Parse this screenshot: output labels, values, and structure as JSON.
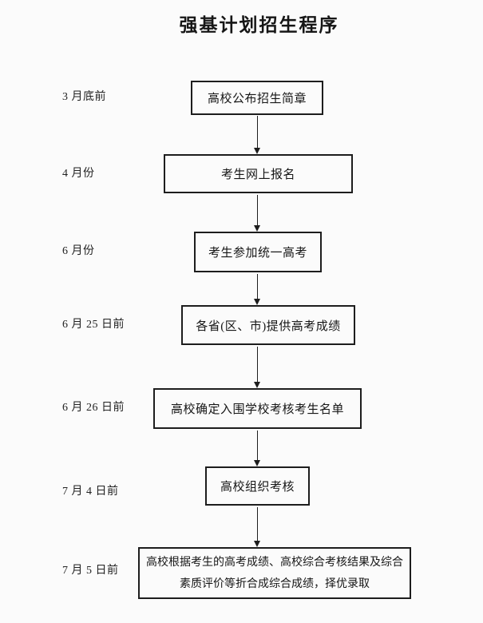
{
  "title": "强基计划招生程序",
  "colors": {
    "background": "#fbfbfb",
    "ink": "#1d1d1d"
  },
  "steps": [
    {
      "label": "3 月底前",
      "lines": [
        "高校公布招生简章"
      ]
    },
    {
      "label": "4 月份",
      "lines": [
        "考生网上报名"
      ]
    },
    {
      "label": "6 月份",
      "lines": [
        "考生参加统一高考"
      ]
    },
    {
      "label": "6 月 25 日前",
      "lines": [
        "各省(区、市)提供高考成绩"
      ]
    },
    {
      "label": "6 月 26 日前",
      "lines": [
        "高校确定入围学校考核考生名单"
      ]
    },
    {
      "label": "7 月 4 日前",
      "lines": [
        "高校组织考核"
      ]
    },
    {
      "label": "7 月 5 日前",
      "lines": [
        "高校根据考生的高考成绩、高校综合考核结果及综合",
        "素质评价等折合成综合成绩，择优录取"
      ]
    }
  ]
}
